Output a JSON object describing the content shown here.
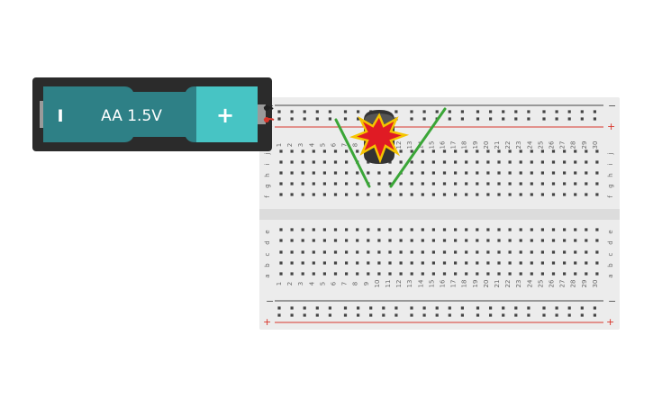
{
  "battery": {
    "label": "AA 1.5V",
    "minus_symbol": "I",
    "plus_symbol": "+",
    "colors": {
      "holder": "#2b2b2b",
      "body": "#2e8086",
      "positive_cap": "#47c4c4",
      "text": "#ffffff"
    }
  },
  "breadboard": {
    "columns": 30,
    "top_rows": [
      "j",
      "i",
      "h",
      "g",
      "f"
    ],
    "bottom_rows": [
      "e",
      "d",
      "c",
      "b",
      "a"
    ],
    "rail_minus": "−",
    "rail_plus": "+",
    "colors": {
      "board": "#ececec",
      "hole": "#444444",
      "rail_red": "#d9362b",
      "rail_dark": "#444444",
      "label": "#666666"
    }
  },
  "components": {
    "capacitor": {
      "state": "exploded",
      "colors": {
        "body": "#333333",
        "burst": "#e01b24",
        "burst_edge": "#f5c400"
      }
    },
    "wires": {
      "color": "#3aa637",
      "count": 2
    }
  }
}
